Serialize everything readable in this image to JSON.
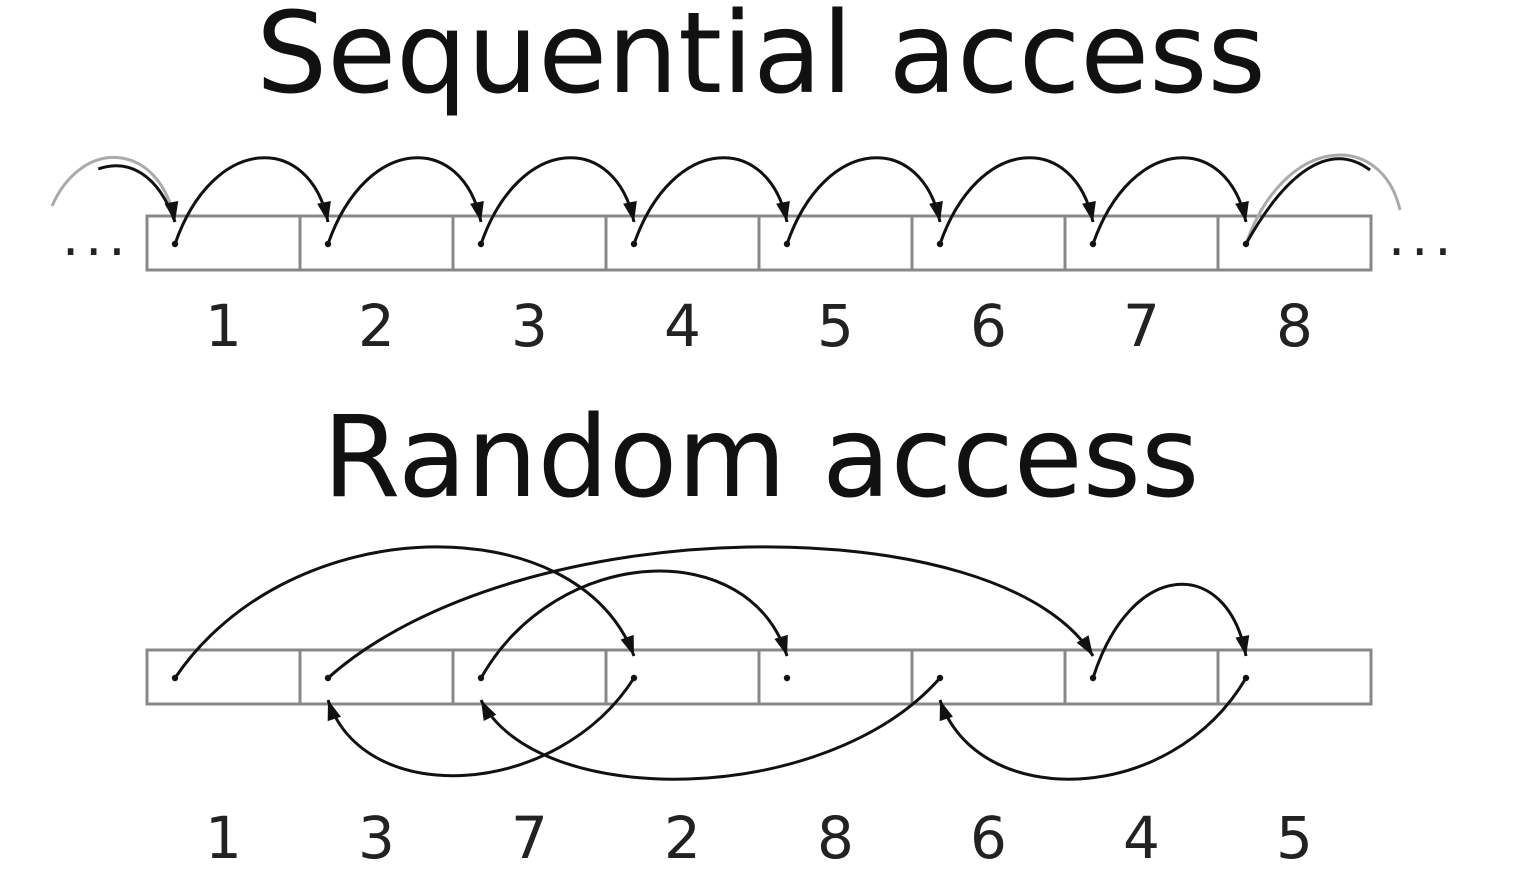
{
  "sequential": {
    "title": "Sequential access",
    "ellipsis_left": "...",
    "ellipsis_right": "...",
    "labels": [
      "1",
      "2",
      "3",
      "4",
      "5",
      "6",
      "7",
      "8"
    ],
    "order": [
      1,
      2,
      3,
      4,
      5,
      6,
      7,
      8
    ]
  },
  "random": {
    "title": "Random access",
    "labels": [
      "1",
      "3",
      "7",
      "2",
      "8",
      "6",
      "4",
      "5"
    ],
    "order": [
      1,
      2,
      3,
      4,
      5,
      6,
      7,
      8
    ]
  }
}
